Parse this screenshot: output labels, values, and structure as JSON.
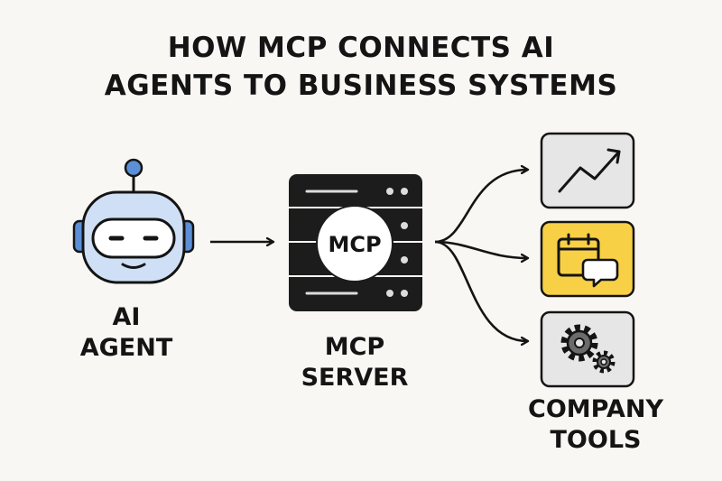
{
  "title": {
    "line1": "HOW MCP CONNECTS AI",
    "line2": "AGENTS TO BUSINESS SYSTEMS"
  },
  "agent": {
    "label_line1": "AI",
    "label_line2": "AGENT",
    "icon": "robot-icon"
  },
  "server": {
    "badge": "MCP",
    "label_line1": "MCP",
    "label_line2": "SERVER",
    "icon": "server-icon"
  },
  "tools": {
    "label_line1": "COMPANY",
    "label_line2": "TOOLS",
    "items": [
      {
        "icon": "chart-trend-icon",
        "color": "#e6e6e6"
      },
      {
        "icon": "calendar-chat-icon",
        "color": "#f7d046"
      },
      {
        "icon": "gears-icon",
        "color": "#e6e6e6"
      }
    ]
  },
  "colors": {
    "robot_fill": "#cfdff5",
    "robot_accent": "#5b8fd6",
    "server_fill": "#1c1c1c",
    "text": "#141414"
  }
}
